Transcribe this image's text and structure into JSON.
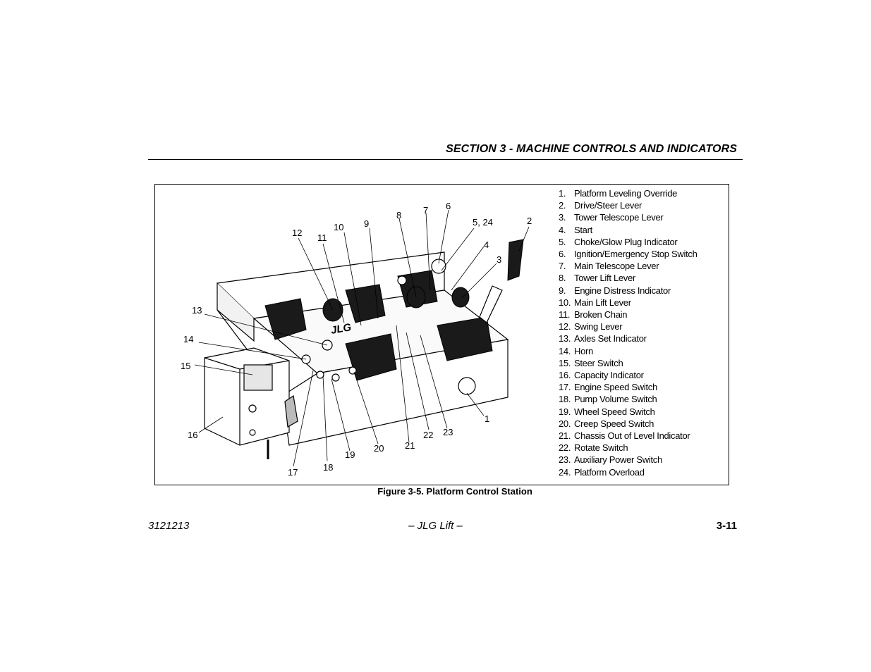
{
  "header": {
    "section_title": "SECTION 3 - MACHINE CONTROLS AND INDICATORS"
  },
  "figure": {
    "caption": "Figure 3-5. Platform Control Station",
    "brand_mark": "JLG",
    "callouts": [
      "12",
      "11",
      "10",
      "9",
      "8",
      "7",
      "6",
      "5, 24",
      "2",
      "4",
      "3",
      "13",
      "14",
      "15",
      "16",
      "1",
      "17",
      "18",
      "19",
      "20",
      "21",
      "22",
      "23"
    ],
    "legend": [
      {
        "num": "1.",
        "label": "Platform Leveling Override"
      },
      {
        "num": "2.",
        "label": "Drive/Steer Lever"
      },
      {
        "num": "3.",
        "label": "Tower Telescope Lever"
      },
      {
        "num": "4.",
        "label": "Start"
      },
      {
        "num": "5.",
        "label": "Choke/Glow Plug Indicator"
      },
      {
        "num": "6.",
        "label": "Ignition/Emergency Stop Switch"
      },
      {
        "num": "7.",
        "label": "Main Telescope Lever"
      },
      {
        "num": "8.",
        "label": "Tower Lift Lever"
      },
      {
        "num": "9.",
        "label": "Engine Distress Indicator"
      },
      {
        "num": "10.",
        "label": "Main Lift Lever"
      },
      {
        "num": "11.",
        "label": "Broken Chain"
      },
      {
        "num": "12.",
        "label": "Swing Lever"
      },
      {
        "num": "13.",
        "label": "Axles Set Indicator"
      },
      {
        "num": "14.",
        "label": "Horn"
      },
      {
        "num": "15.",
        "label": "Steer Switch"
      },
      {
        "num": "16.",
        "label": "Capacity Indicator"
      },
      {
        "num": "17.",
        "label": "Engine Speed Switch"
      },
      {
        "num": "18.",
        "label": "Pump Volume Switch"
      },
      {
        "num": "19.",
        "label": "Wheel Speed Switch"
      },
      {
        "num": "20.",
        "label": "Creep Speed Switch"
      },
      {
        "num": "21.",
        "label": "Chassis Out of Level Indicator"
      },
      {
        "num": "22.",
        "label": "Rotate Switch"
      },
      {
        "num": "23.",
        "label": "Auxiliary Power Switch"
      },
      {
        "num": "24.",
        "label": "Platform Overload"
      }
    ]
  },
  "footer": {
    "doc_number": "3121213",
    "center": "– JLG Lift –",
    "page_number": "3-11"
  }
}
